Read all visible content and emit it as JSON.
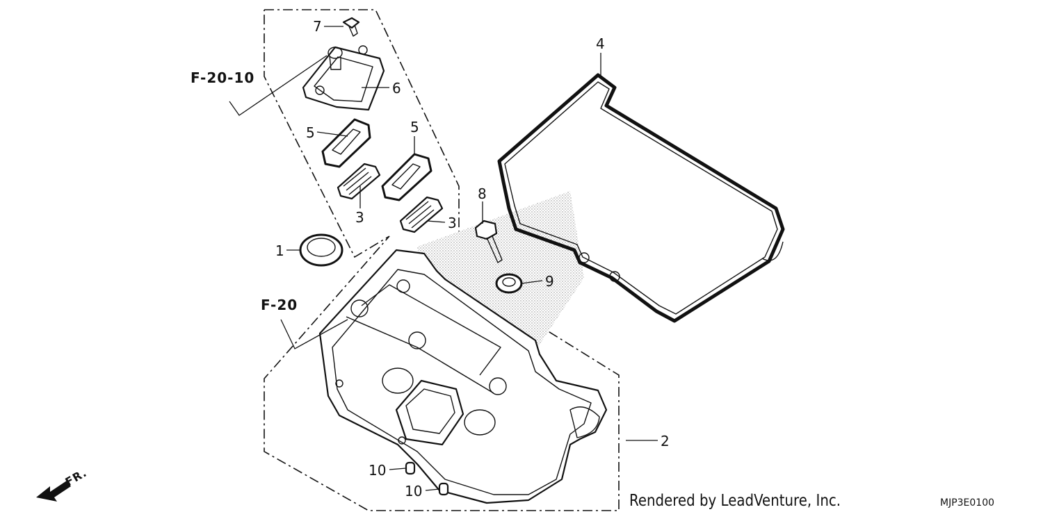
{
  "callouts": {
    "c1": "1",
    "c2": "2",
    "c3a": "3",
    "c3b": "3",
    "c4": "4",
    "c5a": "5",
    "c5b": "5",
    "c6": "6",
    "c7": "7",
    "c8": "8",
    "c9": "9",
    "c10a": "10",
    "c10b": "10"
  },
  "refs": {
    "f2010": "F-20-10",
    "f20": "F-20"
  },
  "front_label": "FR.",
  "credit": "Rendered by LeadVenture, Inc.",
  "diagram_code": "MJP3E0100"
}
